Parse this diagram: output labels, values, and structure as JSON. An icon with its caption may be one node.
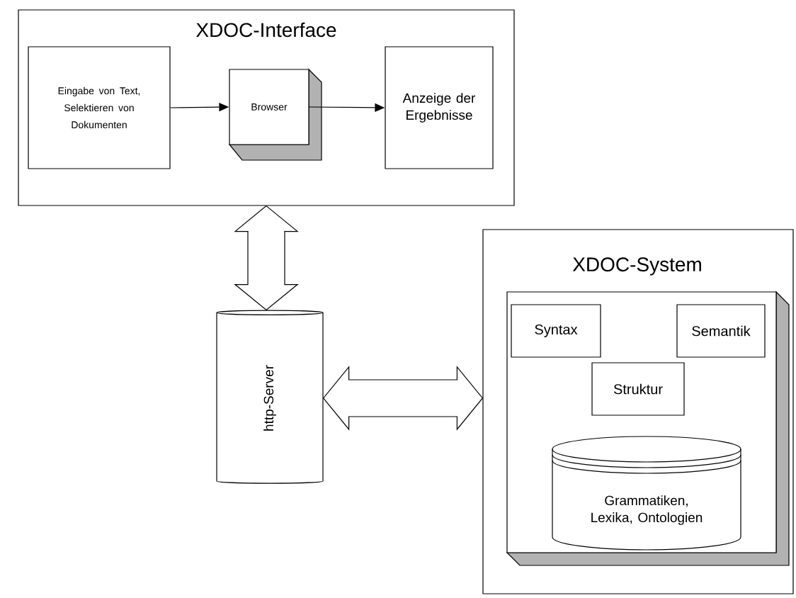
{
  "diagram": {
    "nodes": [
      {
        "text": [
          "XDOC-Interface"
        ]
      },
      {
        "text": [
          "Eingabe von Text, Selektieren von Dokumenten"
        ],
        "in": 0
      },
      {
        "text": [
          "Browser"
        ],
        "in": 0
      },
      {
        "text": [
          "Anzeige der Ergebnisse"
        ],
        "in": 0
      },
      {
        "text": [
          "XDOC-System"
        ]
      },
      {
        "text": [],
        "shape": "box",
        "in": 4
      },
      {
        "text": [
          "Syntax"
        ],
        "in": 5
      },
      {
        "text": [
          "Semantik"
        ],
        "in": 5
      },
      {
        "text": [
          "Struktur"
        ],
        "in": 5
      },
      {
        "text": [
          "Grammatiken, Lexika, Ontologien"
        ],
        "in": 5
      },
      {
        "text": [
          "http-Server"
        ]
      }
    ],
    "edges": [
      {
        "from": 1,
        "to": 2,
        "arrow": "to"
      },
      {
        "from": 2,
        "to": 3,
        "arrow": "to"
      },
      {
        "from": 0,
        "to": 10,
        "arrow": "both"
      },
      {
        "from": 10,
        "to": 4,
        "arrow": "both"
      }
    ]
  }
}
